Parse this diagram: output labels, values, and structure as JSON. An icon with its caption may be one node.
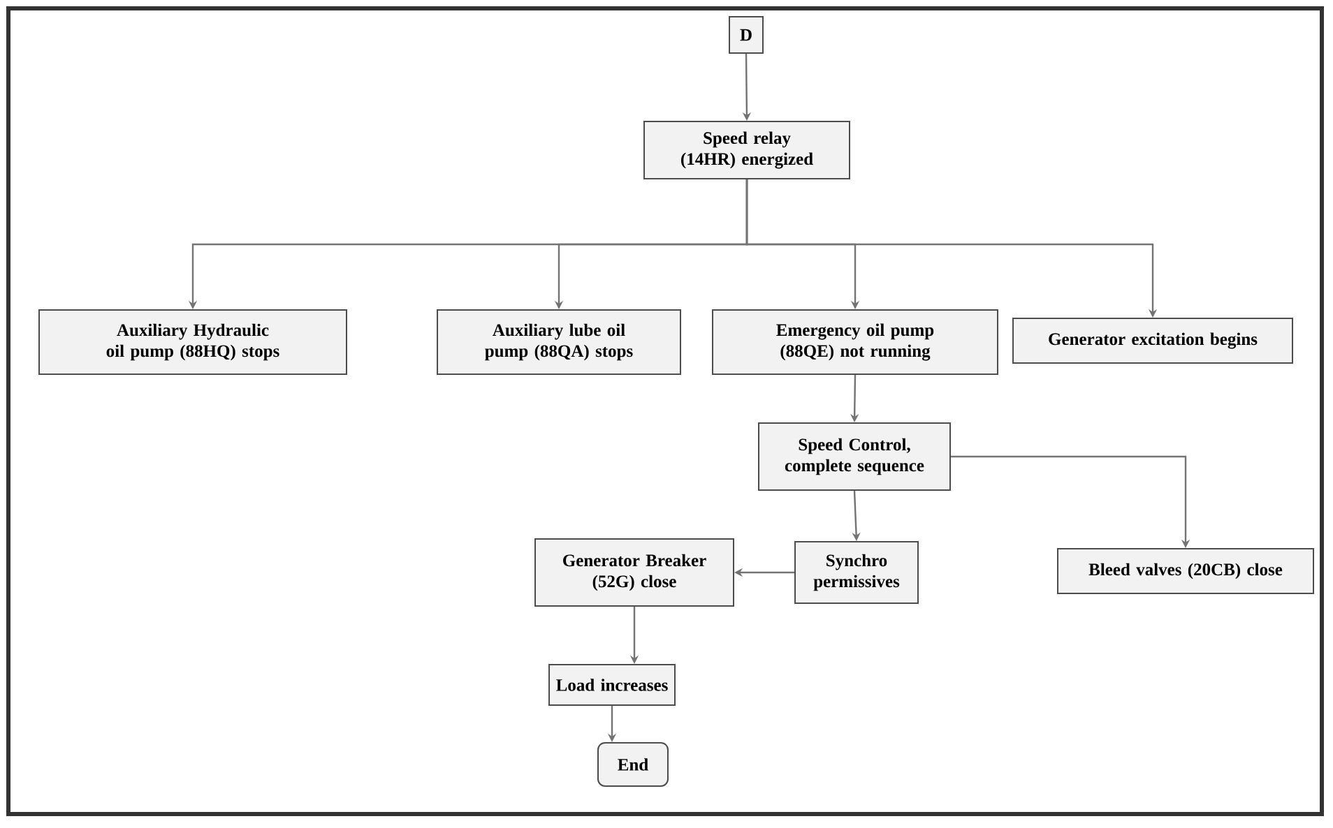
{
  "diagram": {
    "nodes": [
      {
        "text": [
          "D"
        ]
      },
      {
        "text": [
          "Speed relay (14HR) energized"
        ]
      },
      {
        "text": [
          "Auxiliary Hydraulic oil pump (88HQ) stops"
        ]
      },
      {
        "text": [
          "Auxiliary lube oil pump (88QA) stops"
        ]
      },
      {
        "text": [
          "Emergency oil pump (88QE) not running"
        ]
      },
      {
        "text": [
          "Generator excitation begins"
        ]
      },
      {
        "text": [
          "Speed Control, complete sequence"
        ]
      },
      {
        "text": [
          "Synchro permissives"
        ]
      },
      {
        "text": [
          "Generator Breaker (52G) close"
        ]
      },
      {
        "text": [
          "Bleed valves (20CB) close"
        ]
      },
      {
        "text": [
          "Load increases"
        ]
      },
      {
        "text": [
          "End"
        ]
      }
    ],
    "edges": [
      {
        "from": 0,
        "to": 1,
        "arrow": "to"
      },
      {
        "from": 1,
        "to": 2,
        "arrow": "to"
      },
      {
        "from": 1,
        "to": 3,
        "arrow": "to"
      },
      {
        "from": 1,
        "to": 4,
        "arrow": "to"
      },
      {
        "from": 1,
        "to": 5,
        "arrow": "to"
      },
      {
        "from": 4,
        "to": 6,
        "arrow": "to"
      },
      {
        "from": 6,
        "to": 7,
        "arrow": "to"
      },
      {
        "from": 6,
        "to": 9,
        "arrow": "to"
      },
      {
        "from": 7,
        "to": 8,
        "arrow": "to"
      },
      {
        "from": 8,
        "to": 10,
        "arrow": "to"
      },
      {
        "from": 10,
        "to": 11,
        "arrow": "to"
      }
    ]
  }
}
